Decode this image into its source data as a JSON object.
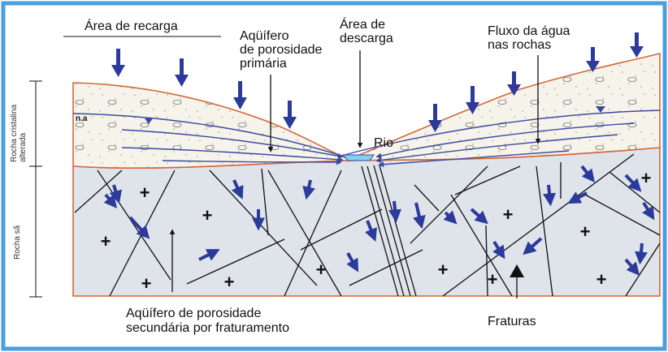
{
  "labels": {
    "recharge_area": "Área de recarga",
    "primary_aquifer": "Aqüífero\nde porosidade\nprimária",
    "discharge_area": "Área de\ndescarga",
    "rock_flow": "Fluxo da água\nnas rochas",
    "water_table": "n.a",
    "river": "Rio",
    "weathered_rock": "Rocha cristalina\nalterada",
    "sound_rock": "Rocha sã",
    "secondary_aquifer": "Aqüífero de porosidade\nsecundária por fraturamento",
    "fractures": "Fraturas"
  },
  "colors": {
    "border": "#4a9fe0",
    "surface_line": "#d2693a",
    "weathered_fill": "#f4f1e8",
    "rock_fill": "#dfe3ea",
    "flow_arrow": "#2b3a9b",
    "flow_line": "#3b4aa0",
    "river_water": "#7fd3f0"
  }
}
